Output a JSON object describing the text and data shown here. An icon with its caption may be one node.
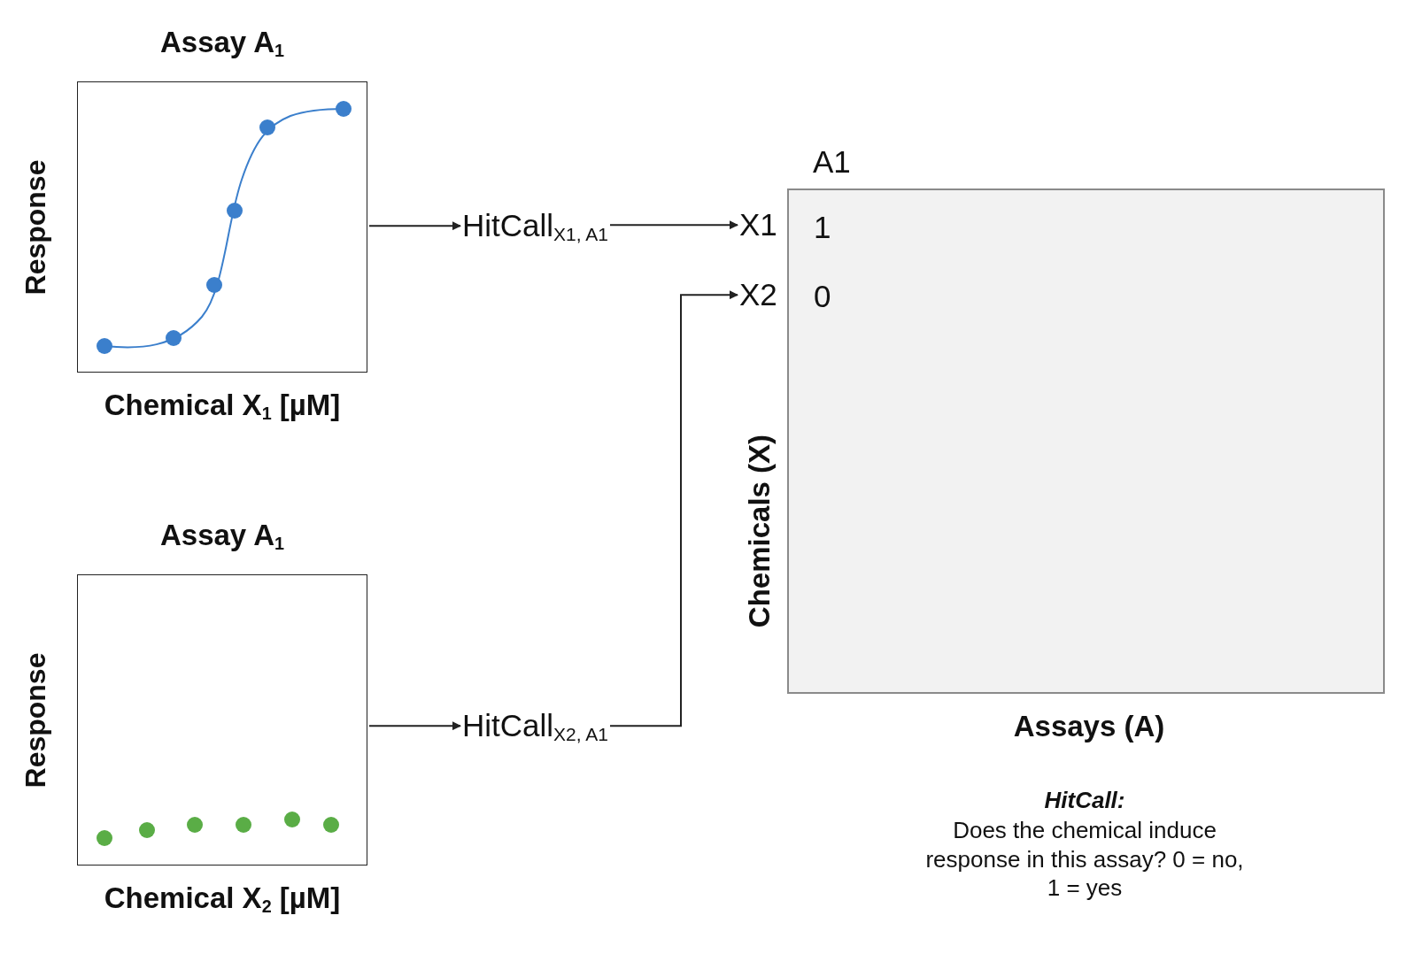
{
  "diagram": {
    "nodes": [
      {
        "text": [
          "Assay A$_{1}$",
          "Response",
          "Chemical X$_{1}$ [µM]"
        ]
      },
      {
        "text": [
          "HitCall$_{X1, A1}$"
        ]
      },
      {
        "text": [
          "X1"
        ]
      },
      {
        "text": [
          "1",
          "0"
        ]
      },
      {
        "text": [
          "Assay A$_{1}$",
          "Response",
          "Chemical X$_{2}$ [µM]"
        ]
      },
      {
        "text": [
          "HitCall$_{X2, A1}$"
        ]
      },
      {
        "text": [
          "X2"
        ]
      }
    ],
    "edges": [
      {
        "from": 0,
        "to": 1,
        "arrow": "to"
      },
      {
        "from": 1,
        "to": 2,
        "arrow": "to"
      },
      {
        "from": 4,
        "to": 5,
        "arrow": "to"
      },
      {
        "from": 5,
        "to": 6,
        "arrow": "to"
      }
    ],
    "labels": [
      "A1",
      "Chemicals (X)",
      "Assays (A)",
      "HitCall:",
      "Does the chemical induce response in this assay? 0 = no, 1 = yes"
    ]
  }
}
